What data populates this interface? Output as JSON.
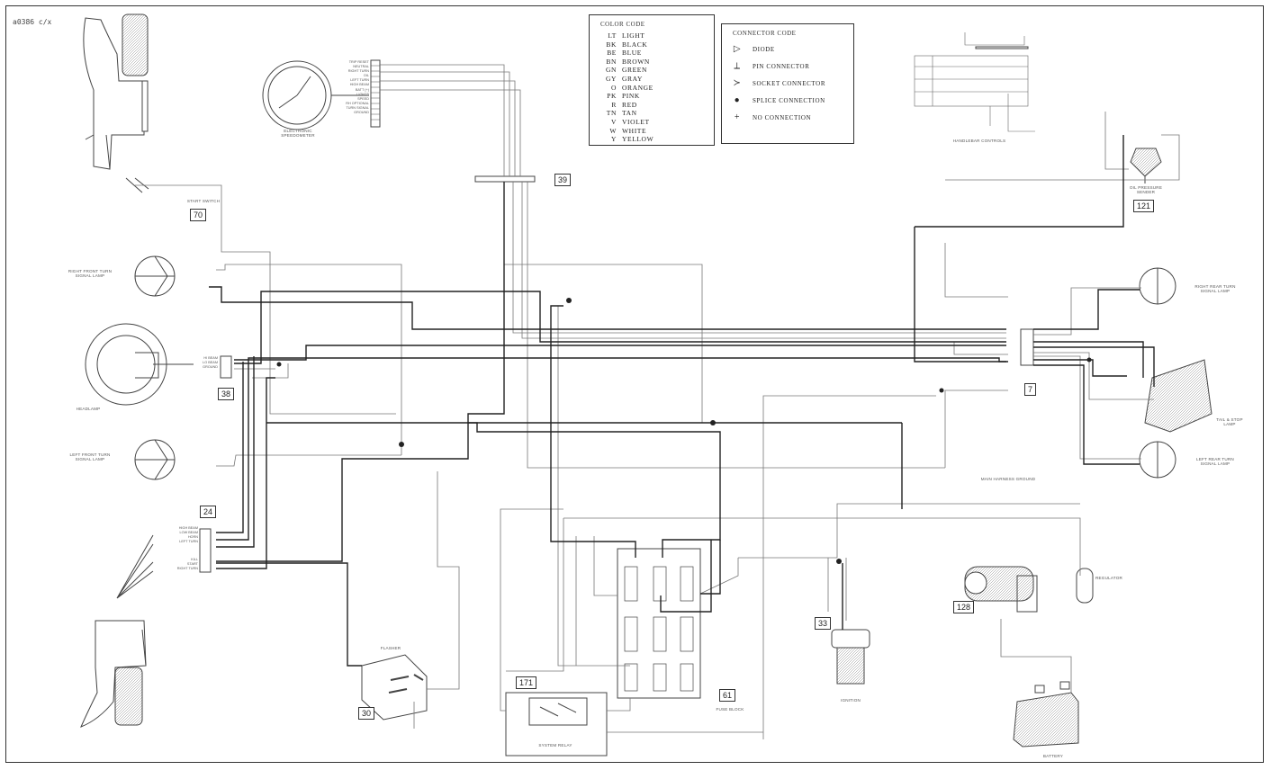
{
  "ref_code": "a0386 c/x",
  "color_code": {
    "title": "COLOR CODE",
    "rows": [
      {
        "abbr": "LT",
        "name": "LIGHT"
      },
      {
        "abbr": "BK",
        "name": "BLACK"
      },
      {
        "abbr": "BE",
        "name": "BLUE"
      },
      {
        "abbr": "BN",
        "name": "BROWN"
      },
      {
        "abbr": "GN",
        "name": "GREEN"
      },
      {
        "abbr": "GY",
        "name": "GRAY"
      },
      {
        "abbr": "O",
        "name": "ORANGE"
      },
      {
        "abbr": "PK",
        "name": "PINK"
      },
      {
        "abbr": "R",
        "name": "RED"
      },
      {
        "abbr": "TN",
        "name": "TAN"
      },
      {
        "abbr": "V",
        "name": "VIOLET"
      },
      {
        "abbr": "W",
        "name": "WHITE"
      },
      {
        "abbr": "Y",
        "name": "YELLOW"
      }
    ]
  },
  "connector_code": {
    "title": "CONNECTOR CODE",
    "rows": [
      {
        "symbol": "▷",
        "label": "DIODE"
      },
      {
        "symbol": "⟂",
        "label": "PIN CONNECTOR"
      },
      {
        "symbol": "≻",
        "label": "SOCKET CONNECTOR"
      },
      {
        "symbol": "●",
        "label": "SPLICE CONNECTION"
      },
      {
        "symbol": "+",
        "label": "NO CONNECTION"
      }
    ]
  },
  "connector_numbers": [
    "70",
    "39",
    "38",
    "24",
    "121",
    "7",
    "30",
    "171",
    "61",
    "33",
    "128"
  ],
  "components": {
    "speedometer": "ELECTRONIC SPEEDOMETER",
    "start_switch": "START SWITCH",
    "rh_turn_lamp": "RIGHT FRONT TURN SIGNAL LAMP",
    "headlamp": "HEADLAMP",
    "lh_turn_lamp": "LEFT FRONT TURN SIGNAL LAMP",
    "flasher": "FLASHER",
    "system_relay": "SYSTEM RELAY",
    "fuse_block": "FUSE BLOCK",
    "ignition": "IGNITION",
    "battery": "BATTERY",
    "regulator": "REGULATOR",
    "oil_sensor": "OIL PRESSURE SENDER",
    "rh_rear_lamp": "RIGHT REAR TURN SIGNAL LAMP",
    "tail_lamp": "TAIL & STOP LAMP",
    "lh_rear_lamp": "LEFT REAR TURN SIGNAL LAMP",
    "main_harness": "MAIN HARNESS GROUND",
    "handlebar_control": "HANDLEBAR CONTROLS"
  },
  "speedo_pins": [
    "TRIP RESET",
    "NEUTRAL",
    "RIGHT TURN",
    "OIL",
    "LEFT TURN",
    "HIGH BEAM",
    "BATT (+)",
    "LIGHTS",
    "SPEED",
    "RH OPTIONAL",
    "TURN SIGNAL",
    "GROUND"
  ],
  "lh_switch_pins": [
    "HIGH BEAM",
    "LOW BEAM",
    "HORN",
    "LEFT TURN"
  ],
  "headlamp_pins": [
    "HI BEAM",
    "LO BEAM",
    "GROUND"
  ],
  "rh_switch_pins": [
    "KILL",
    "START",
    "RIGHT TURN"
  ]
}
